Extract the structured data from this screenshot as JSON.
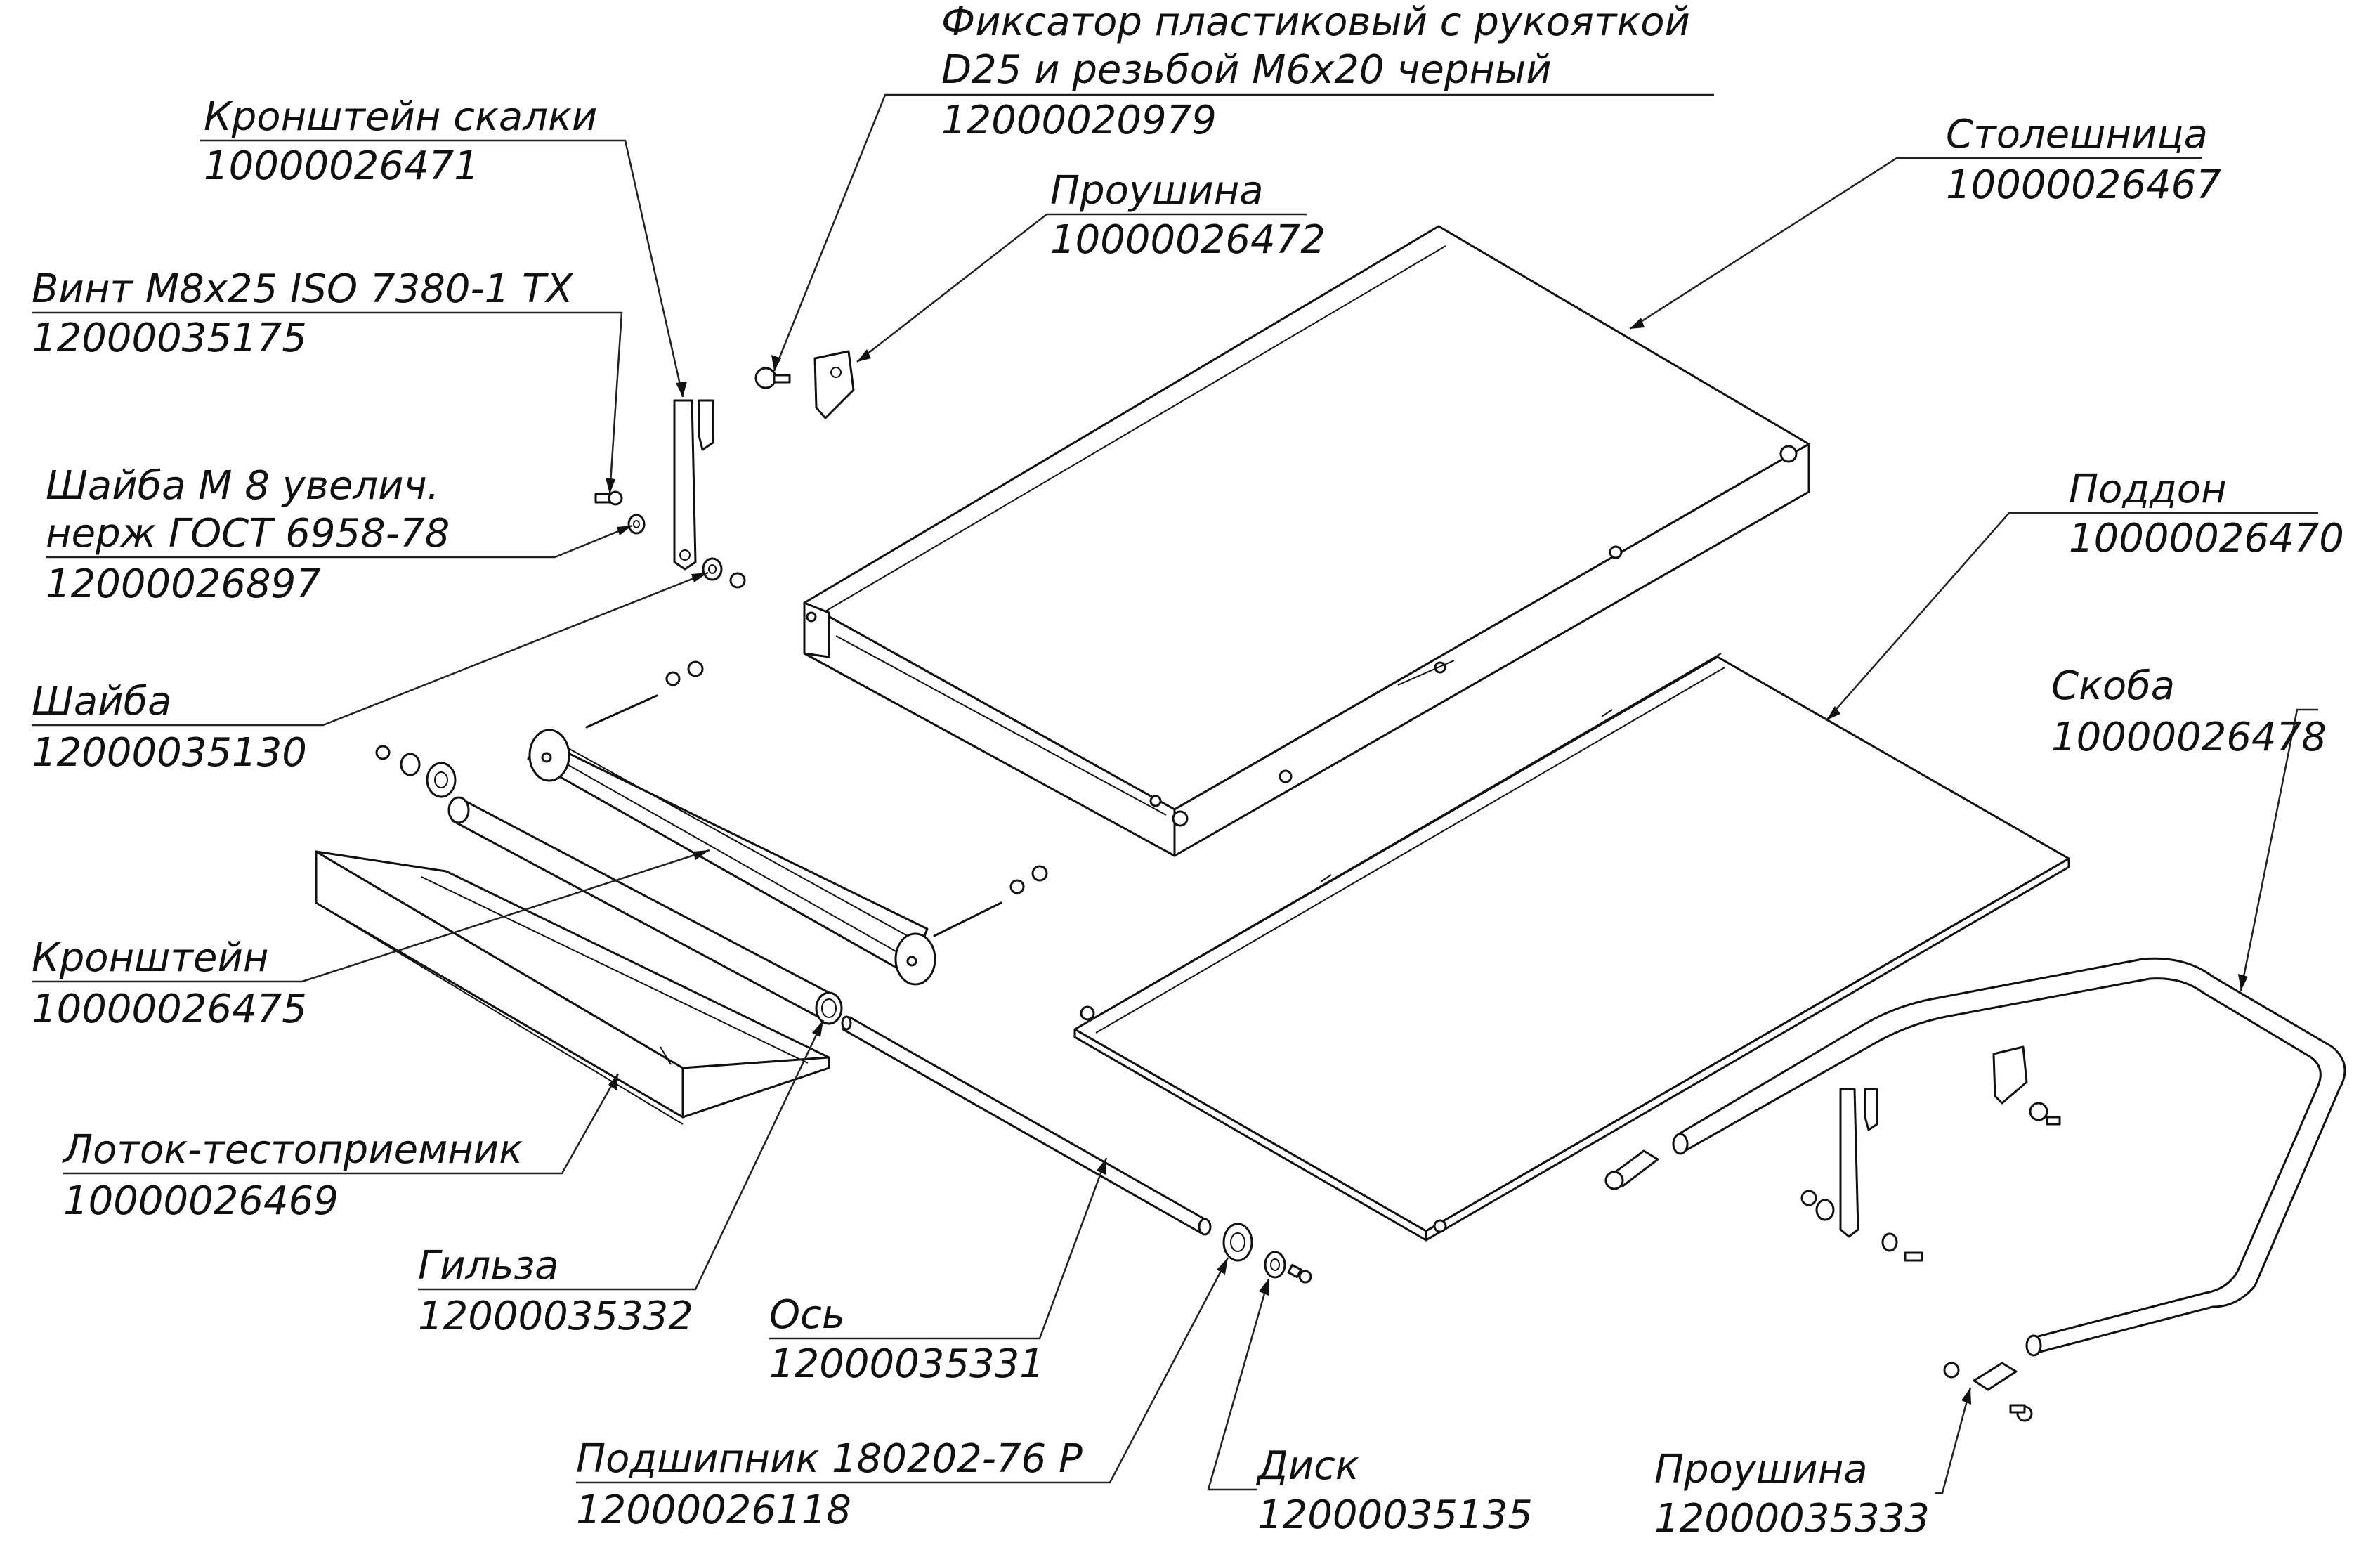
{
  "callouts": [
    {
      "id": "fixator",
      "lines": [
        "Фиксатор пластиковый с рукояткой",
        "D25 и резьбой М6х20 черный",
        "12000020979"
      ]
    },
    {
      "id": "bracket-rolling-pin",
      "lines": [
        "Кронштейн скалки",
        "10000026471"
      ]
    },
    {
      "id": "eyelet-top",
      "lines": [
        "Проушина",
        "10000026472"
      ]
    },
    {
      "id": "tabletop",
      "lines": [
        "Столешница",
        "10000026467"
      ]
    },
    {
      "id": "screw",
      "lines": [
        "Винт М8х25 ISO 7380-1 TX",
        "12000035175"
      ]
    },
    {
      "id": "washer-m8",
      "lines": [
        "Шайба М 8 увелич.",
        "нерж ГОСТ 6958-78",
        "12000026897"
      ]
    },
    {
      "id": "tray",
      "lines": [
        "Поддон",
        "10000026470"
      ]
    },
    {
      "id": "washer",
      "lines": [
        "Шайба",
        "12000035130"
      ]
    },
    {
      "id": "handle",
      "lines": [
        "Скоба",
        "10000026478"
      ]
    },
    {
      "id": "bracket",
      "lines": [
        "Кронштейн",
        "10000026475"
      ]
    },
    {
      "id": "dough-receiver",
      "lines": [
        "Лоток-тестоприемник",
        "10000026469"
      ]
    },
    {
      "id": "sleeve",
      "lines": [
        "Гильза",
        "12000035332"
      ]
    },
    {
      "id": "axle",
      "lines": [
        "Ось",
        "12000035331"
      ]
    },
    {
      "id": "bearing",
      "lines": [
        "Подшипник 180202-76 Р",
        "12000026118"
      ]
    },
    {
      "id": "disc",
      "lines": [
        "Диск",
        "12000035135"
      ]
    },
    {
      "id": "eyelet-bottom",
      "lines": [
        "Проушина",
        "12000035333"
      ]
    }
  ]
}
